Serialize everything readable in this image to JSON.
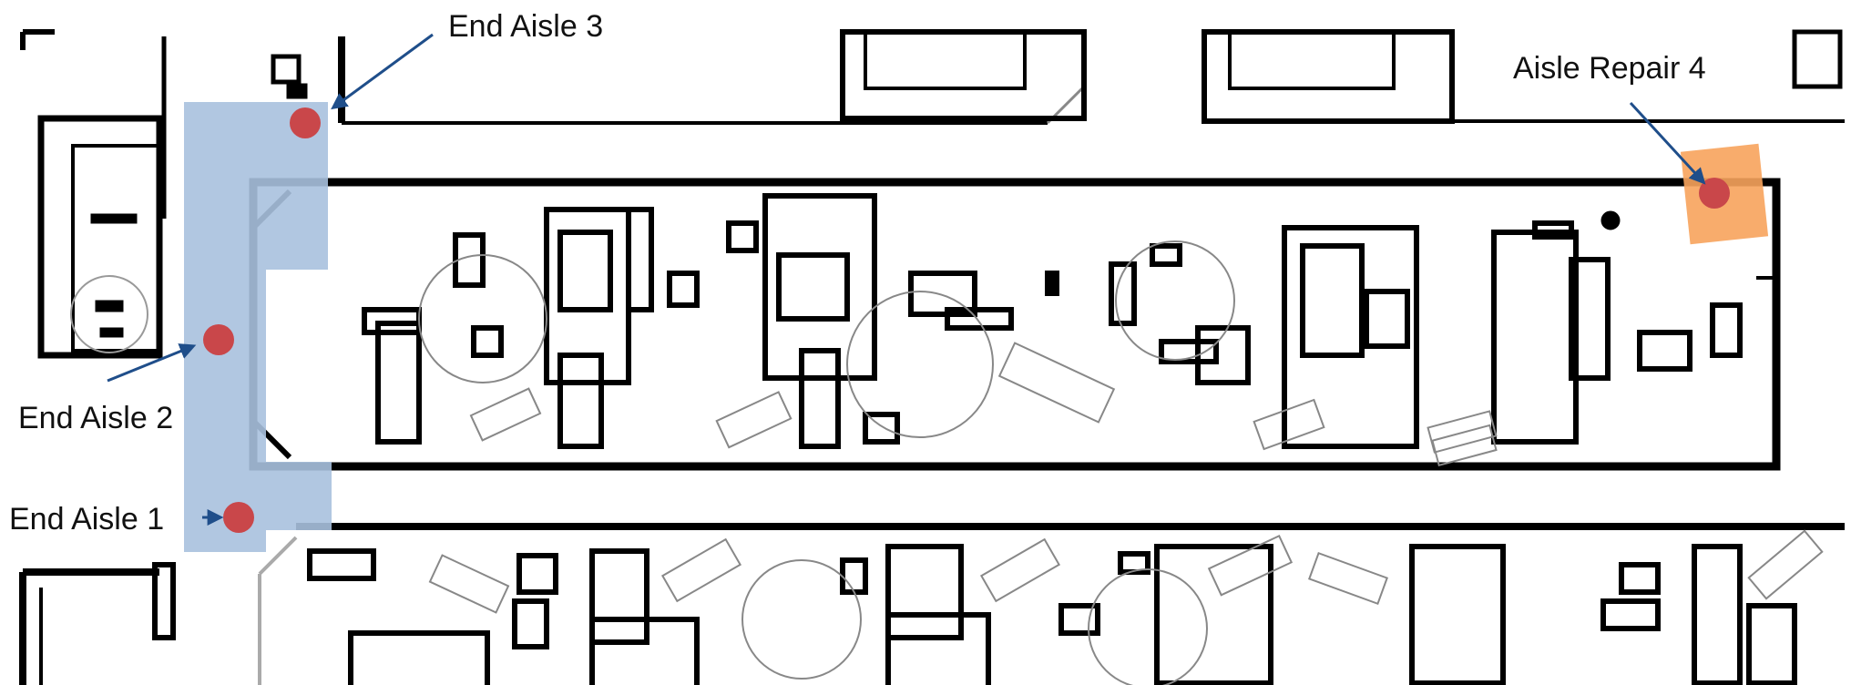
{
  "markers": [
    {
      "label": "End Aisle 3",
      "kind": "end-aisle"
    },
    {
      "label": "Aisle Repair 4",
      "kind": "repair"
    },
    {
      "label": "End Aisle 2",
      "kind": "end-aisle"
    },
    {
      "label": "End Aisle 1",
      "kind": "end-aisle"
    }
  ],
  "colors": {
    "zone_blue": "#a9c1de",
    "zone_orange": "#f7a35c",
    "marker_red": "#c9474a",
    "arrow_navy": "#1f4e8a",
    "linework": "#000000"
  }
}
